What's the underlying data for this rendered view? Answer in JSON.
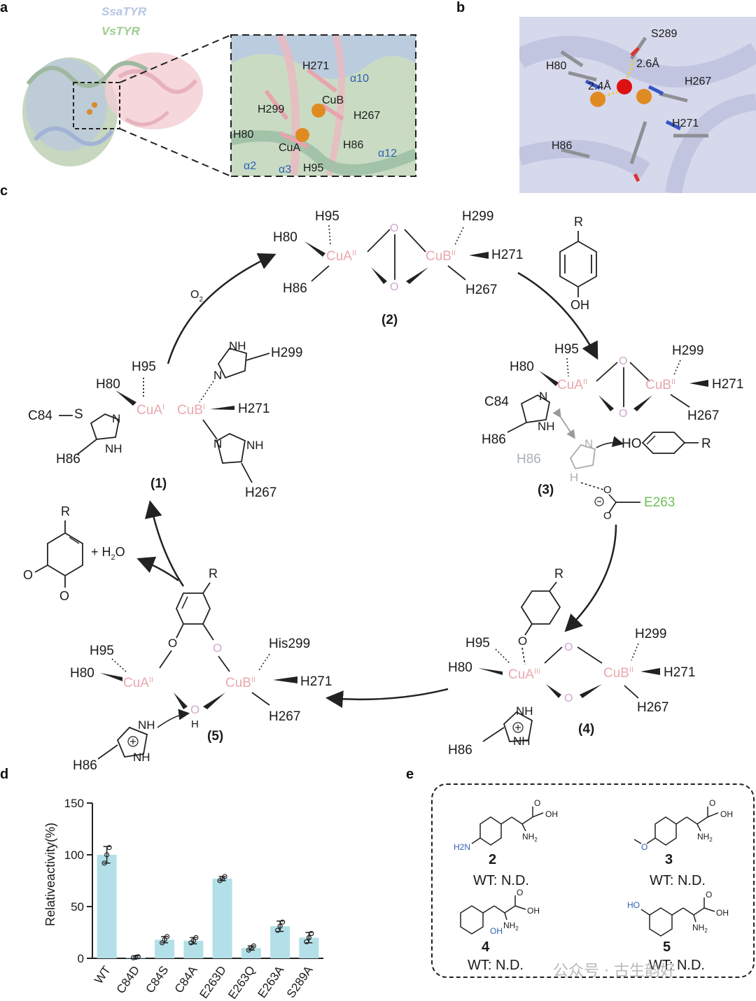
{
  "panels": {
    "a": "a",
    "b": "b",
    "c": "c",
    "d": "d",
    "e": "e"
  },
  "panel_a": {
    "legend_ssa": "SsaTYR",
    "legend_vs": "VsTYR",
    "zoom_labels": [
      "H271",
      "α10",
      "CuB",
      "H299",
      "H267",
      "H80",
      "CuA",
      "H86",
      "α12",
      "α2",
      "α3",
      "H95"
    ]
  },
  "panel_b": {
    "labels": [
      "S289",
      "2.6Å",
      "H80",
      "2.4Å",
      "H267",
      "H271",
      "H86"
    ]
  },
  "scheme": {
    "species": [
      "(1)",
      "(2)",
      "(3)",
      "(4)",
      "(5)"
    ],
    "o2": "O",
    "o2_sub": "2",
    "water": "+ H",
    "water_sub": "2",
    "water_o": "O",
    "s1": {
      "c84": "C84",
      "s": "S",
      "h80": "H80",
      "h95": "H95",
      "h86": "H86",
      "cua": "CuA",
      "cua_ox": "I",
      "cub": "CuB",
      "cub_ox": "I",
      "h299": "H299",
      "h271": "H271",
      "h267": "H267",
      "nh": "NH",
      "n": "N",
      "nh2": "NH",
      "n2": "N"
    },
    "s2": {
      "h95": "H95",
      "h80": "H80",
      "h86": "H86",
      "cua": "CuA",
      "cua_ox": "II",
      "cub": "CuB",
      "cub_ox": "II",
      "h299": "H299",
      "h271": "H271",
      "h267": "H267",
      "o": "O"
    },
    "phenol": {
      "r": "R",
      "oh": "OH"
    },
    "s3": {
      "h95": "H95",
      "h80": "H80",
      "c84": "C84",
      "n": "N",
      "nh": "NH",
      "h86": "H86",
      "cua": "CuA",
      "cua_ox": "II",
      "cub": "CuB",
      "cub_ox": "II",
      "h299": "H299",
      "h271": "H271",
      "h267": "H267",
      "h86g": "H86",
      "ng": "N",
      "hg": "H",
      "ho": "HO",
      "r": "R",
      "e263": "E263",
      "o": "O"
    },
    "s4": {
      "r": "R",
      "o": "O",
      "h95": "H95",
      "h80": "H80",
      "cua": "CuA",
      "cua_ox": "III",
      "cub": "CuB",
      "cub_ox": "II",
      "h299": "H299",
      "h271": "H271",
      "h267": "H267",
      "nh": "NH",
      "h86": "H86"
    },
    "s5": {
      "r": "R",
      "o": "O",
      "h95": "H95",
      "h80": "H80",
      "cua": "CuA",
      "cua_ox": "II",
      "cub": "CuB",
      "cub_ox": "II",
      "his299": "His299",
      "h271": "H271",
      "h267": "H267",
      "oh_o": "O",
      "oh_h": "H",
      "nh": "NH",
      "h86": "H86"
    },
    "quinone": {
      "r": "R",
      "o": "O"
    }
  },
  "chart_data": {
    "type": "bar",
    "categories": [
      "WT",
      "C84D",
      "C84S",
      "C84A",
      "E263D",
      "E263Q",
      "E263A",
      "S289A"
    ],
    "values": [
      100,
      1,
      18,
      17,
      77,
      10,
      31,
      20
    ],
    "replicates": [
      [
        92,
        100,
        107
      ],
      [
        0.5,
        1,
        1.5
      ],
      [
        15,
        18,
        21
      ],
      [
        15,
        17,
        20
      ],
      [
        75,
        77,
        79
      ],
      [
        8,
        10,
        12
      ],
      [
        27,
        31,
        35
      ],
      [
        16,
        20,
        24
      ]
    ],
    "errors": [
      8,
      1.5,
      3,
      3,
      2,
      2,
      5,
      5
    ],
    "ylabel": "Relativeactivity(%)",
    "yticks": [
      0,
      50,
      100,
      150
    ],
    "ylim": [
      0,
      150
    ],
    "bar_color": "#b3e0e8"
  },
  "panel_e": {
    "compounds": [
      {
        "num": "2",
        "result": "WT: N.D.",
        "subst": "H2N"
      },
      {
        "num": "3",
        "result": "WT: N.D.",
        "subst": "O"
      },
      {
        "num": "4",
        "result": "WT: N.D.",
        "subst": "OH"
      },
      {
        "num": "5",
        "result": "WT: N.D.",
        "subst": "HO"
      }
    ],
    "oh": "OH",
    "o": "O",
    "nh2": "NH",
    "nh2_sub": "2"
  },
  "watermark": "公众号 · 古生韵好"
}
